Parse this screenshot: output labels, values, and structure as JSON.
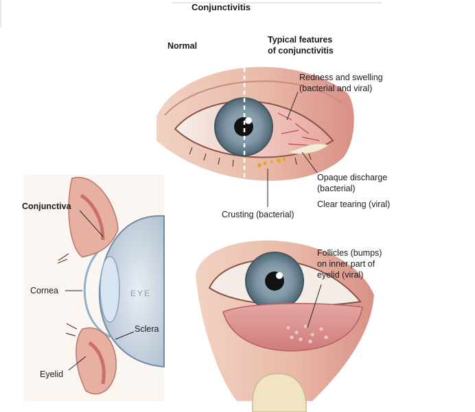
{
  "title": "Conjunctivitis",
  "headers": {
    "normal": "Normal",
    "typical_line1": "Typical features",
    "typical_line2": "of conjunctivitis"
  },
  "labels": {
    "redness_line1": "Redness and swelling",
    "redness_line2": "(bacterial and viral)",
    "opaque_line1": "Opaque discharge",
    "opaque_line2": "(bacterial)",
    "clear_tearing": "Clear tearing (viral)",
    "crusting": "Crusting (bacterial)",
    "follicles_line1": "Follicles (bumps)",
    "follicles_line2": "on inner part of",
    "follicles_line3": "eyelid (viral)",
    "conjunctiva": "Conjunctiva",
    "cornea": "Cornea",
    "sclera": "Sclera",
    "eyelid": "Eyelid",
    "eye_text": "EYE"
  }
}
